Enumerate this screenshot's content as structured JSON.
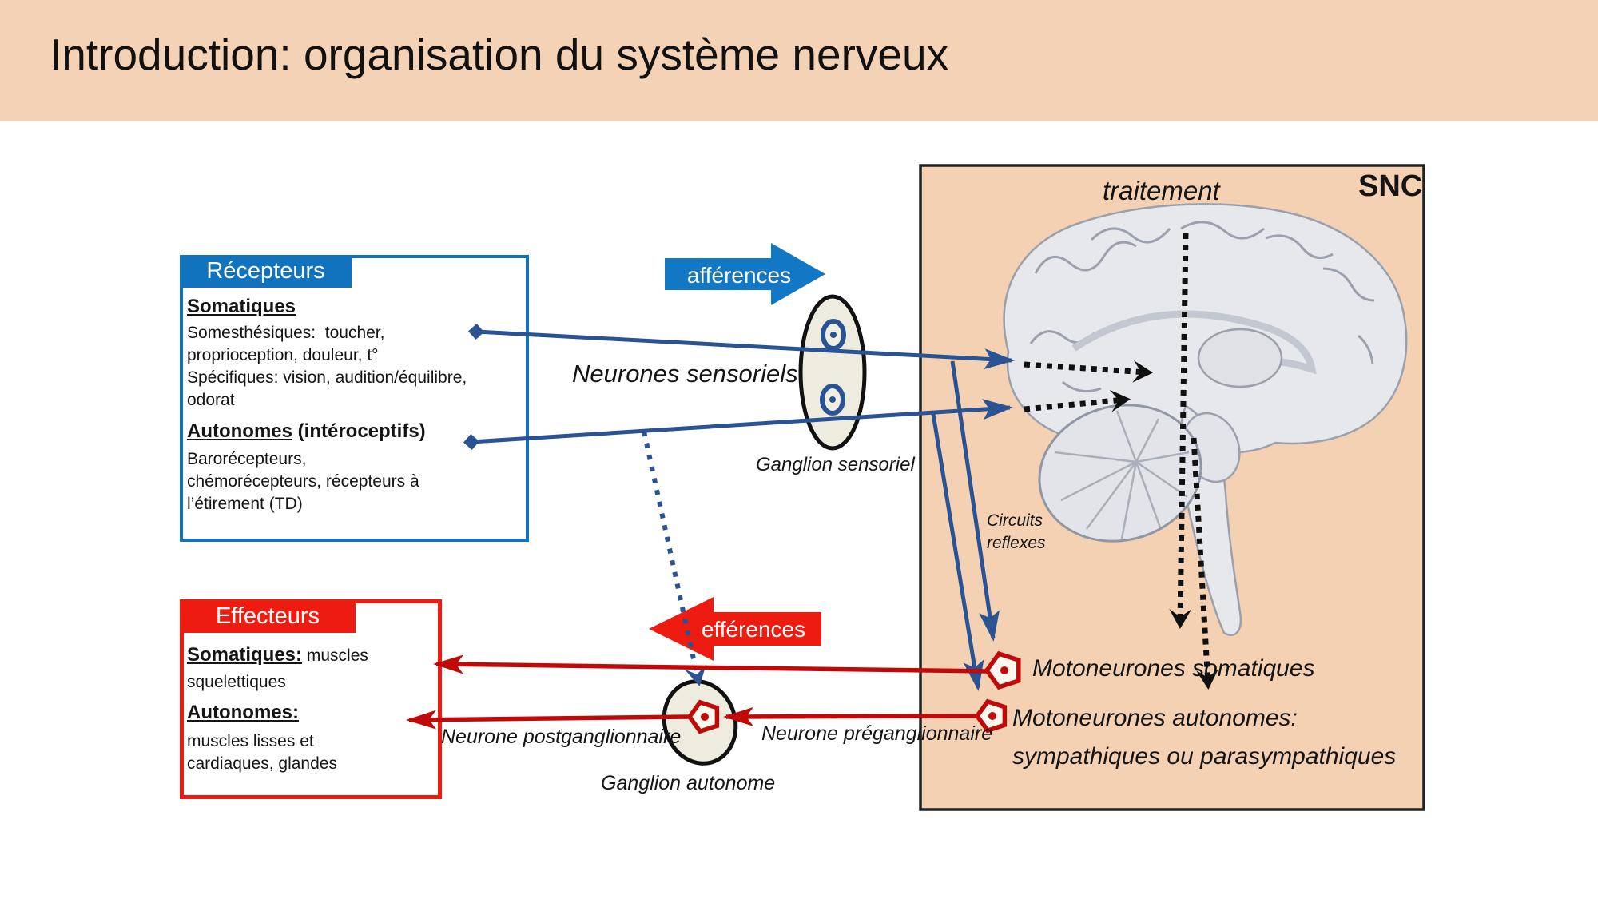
{
  "slide": {
    "title": "Introduction: organisation du système nerveux"
  },
  "receptors_box": {
    "header": "Récepteurs",
    "somatic_title": "Somatiques",
    "somatic_lines": [
      "Somesthésiques:  toucher,",
      "proprioception, douleur, t°",
      "Spécifiques: vision, audition/équilibre,",
      "odorat"
    ],
    "autonomic_title": "Autonomes",
    "autonomic_title_suffix": " (intéroceptifs)",
    "autonomic_lines": [
      "Barorécepteurs,",
      "chémorécepteurs, récepteurs à",
      "l’étirement (TD)"
    ]
  },
  "effectors_box": {
    "header": "Effecteurs",
    "somatic_title": "Somatiques:",
    "somatic_suffix": " muscles",
    "somatic_line2": "squelettiques",
    "autonomic_title": "Autonomes:",
    "autonomic_lines": [
      "muscles lisses et",
      "cardiaques, glandes"
    ]
  },
  "flow": {
    "afferences": "afférences",
    "efferences": "efférences"
  },
  "snc": {
    "treatment": "traitement",
    "label": "SNC",
    "reflex_circuits": [
      "Circuits",
      "reflexes"
    ],
    "somatic_motoneurons": "Motoneurones somatiques",
    "autonomic_motoneurons": [
      "Motoneurones autonomes:",
      "sympathiques ou parasympathiques"
    ]
  },
  "ganglia": {
    "sensory_neurons": "Neurones sensoriels",
    "sensory_ganglion": "Ganglion sensoriel",
    "autonomic_ganglion": "Ganglion autonome",
    "postganglionic_neuron": "Neurone postganglionnaire",
    "preganglionic_neuron": "Neurone préganglionnaire"
  },
  "colors": {
    "accent_blue": "#1173bd",
    "line_blue": "#2a5394",
    "accent_red": "#ee1c10",
    "line_red": "#c00a0a",
    "peach": "#f3d2b5",
    "ganglion_fill": "#edecdf",
    "text": "#141414"
  }
}
